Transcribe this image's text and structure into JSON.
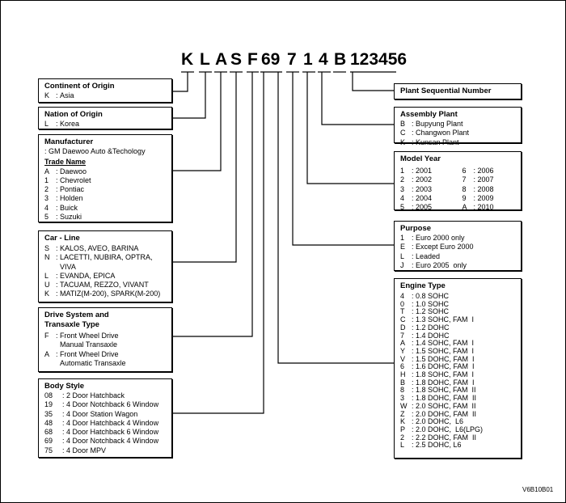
{
  "vin": [
    "K",
    "L",
    "A",
    "S",
    "F",
    "69",
    "7",
    "1",
    "4",
    "B",
    "123456"
  ],
  "boxes": {
    "continent": {
      "title": "Continent of Origin",
      "rows": [
        [
          "K",
          "Asia"
        ]
      ]
    },
    "nation": {
      "title": "Nation of Origin",
      "rows": [
        [
          "L",
          "Korea"
        ]
      ]
    },
    "manufacturer": {
      "title": "Manufacturer",
      "line": ": GM Daewoo Auto &Techology",
      "subtitle": "Trade Name",
      "rows": [
        [
          "A",
          "Daewoo"
        ],
        [
          "1",
          "Chevrolet"
        ],
        [
          "2",
          "Pontiac"
        ],
        [
          "3",
          "Holden"
        ],
        [
          "4",
          "Buick"
        ],
        [
          "5",
          "Suzuki"
        ]
      ]
    },
    "carline": {
      "title": "Car - Line",
      "rows": [
        [
          "S",
          "KALOS, AVEO, BARINA"
        ],
        [
          "N",
          "LACETTI, NUBIRA, OPTRA,"
        ],
        [
          "",
          "VIVA"
        ],
        [
          "L",
          "EVANDA, EPICA"
        ],
        [
          "U",
          "TACUAM, REZZO, VIVANT"
        ],
        [
          "K",
          "MATIZ(M-200), SPARK(M-200)"
        ]
      ]
    },
    "drive": {
      "title1": "Drive System and",
      "title2": "Transaxle Type",
      "rows": [
        [
          "F",
          "Front Wheel Drive"
        ],
        [
          "",
          "Manual Transaxle"
        ],
        [
          "A",
          "Front Wheel Drive"
        ],
        [
          "",
          "Automatic Transaxle"
        ]
      ]
    },
    "body": {
      "title": "Body Style",
      "rows": [
        [
          "08",
          "2 Door Hatchback"
        ],
        [
          "19",
          "4 Door Notchback 6 Window"
        ],
        [
          "35",
          "4 Door Station Wagon"
        ],
        [
          "48",
          "4 Door Hatchback 4 Window"
        ],
        [
          "68",
          "4 Door Hatchback 6 Window"
        ],
        [
          "69",
          "4 Door Notchback 4 Window"
        ],
        [
          "75",
          "4 Door MPV"
        ]
      ]
    },
    "plant_seq": {
      "title": "Plant Sequential Number"
    },
    "assembly": {
      "title": "Assembly Plant",
      "rows": [
        [
          "B",
          "Bupyung Plant"
        ],
        [
          "C",
          "Changwon Plant"
        ],
        [
          "K",
          "Kunsan Plant"
        ]
      ]
    },
    "model_year": {
      "title": "Model Year",
      "left": [
        [
          "1",
          "2001"
        ],
        [
          "2",
          "2002"
        ],
        [
          "3",
          "2003"
        ],
        [
          "4",
          "2004"
        ],
        [
          "5",
          "2005"
        ]
      ],
      "right": [
        [
          "6",
          "2006"
        ],
        [
          "7",
          "2007"
        ],
        [
          "8",
          "2008"
        ],
        [
          "9",
          "2009"
        ],
        [
          "A",
          "2010"
        ]
      ]
    },
    "purpose": {
      "title": "Purpose",
      "rows": [
        [
          "1",
          "Euro 2000 only"
        ],
        [
          "E",
          "Except Euro 2000"
        ],
        [
          "L",
          "Leaded"
        ],
        [
          "J",
          "Euro 2005  only"
        ]
      ]
    },
    "engine": {
      "title": "Engine Type",
      "rows": [
        [
          "4",
          "0.8 SOHC"
        ],
        [
          "0",
          "1.0 SOHC"
        ],
        [
          "T",
          "1.2 SOHC"
        ],
        [
          "C",
          "1.3 SOHC, FAM  I"
        ],
        [
          "D",
          "1.2 DOHC"
        ],
        [
          "7",
          "1.4 DOHC"
        ],
        [
          "A",
          "1.4 SOHC, FAM  I"
        ],
        [
          "Y",
          "1.5 SOHC, FAM  I"
        ],
        [
          "V",
          "1.5 DOHC, FAM  I"
        ],
        [
          "6",
          "1.6 DOHC, FAM  I"
        ],
        [
          "H",
          "1.8 SOHC, FAM  I"
        ],
        [
          "B",
          "1.8 DOHC, FAM  I"
        ],
        [
          "8",
          "1.8 SOHC, FAM  II"
        ],
        [
          "3",
          "1.8 DOHC, FAM  II"
        ],
        [
          "W",
          "2.0 SOHC, FAM  II"
        ],
        [
          "Z",
          "2.0 DOHC, FAM  II"
        ],
        [
          "K",
          "2.0 DOHC,  L6"
        ],
        [
          "P",
          "2.0 DOHC,  L6(LPG)"
        ],
        [
          "2",
          "2.2 DOHC, FAM  II"
        ],
        [
          "L",
          "2.5 DOHC, L6"
        ]
      ]
    }
  },
  "figure_code": "V6B10B01"
}
